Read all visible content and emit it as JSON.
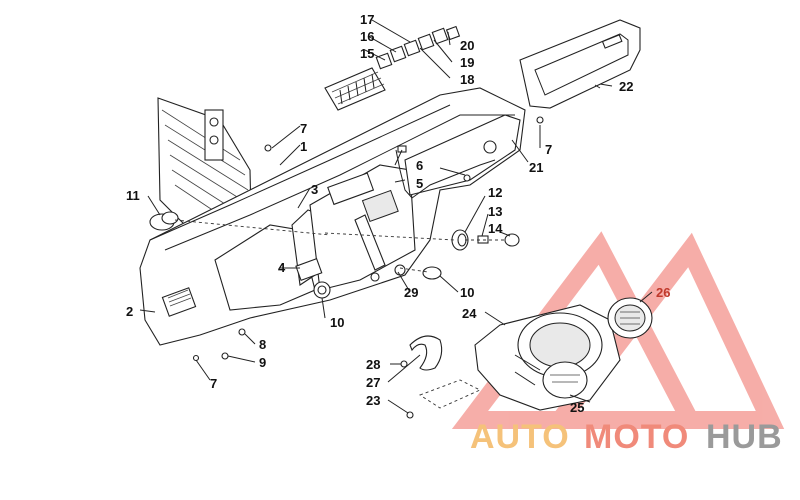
{
  "callouts": {
    "c1": "1",
    "c2": "2",
    "c3": "3",
    "c4": "4",
    "c5": "5",
    "c6": "6",
    "c7a": "7",
    "c7b": "7",
    "c7c": "7",
    "c8": "8",
    "c9": "9",
    "c10a": "10",
    "c10b": "10",
    "c11": "11",
    "c12": "12",
    "c13": "13",
    "c14": "14",
    "c15": "15",
    "c16": "16",
    "c17": "17",
    "c18": "18",
    "c19": "19",
    "c20": "20",
    "c21": "21",
    "c22": "22",
    "c23": "23",
    "c24": "24",
    "c25": "25",
    "c26": "26",
    "c27": "27",
    "c28": "28",
    "c29": "29"
  },
  "watermark": {
    "part1": "AUTO",
    "part2": "MOTO",
    "part3": "HUB",
    "color_part1": "#f5c27a",
    "color_part2": "#f08a7a",
    "color_part3": "#9a9a9a",
    "triangle_color": "#ef6b62"
  }
}
